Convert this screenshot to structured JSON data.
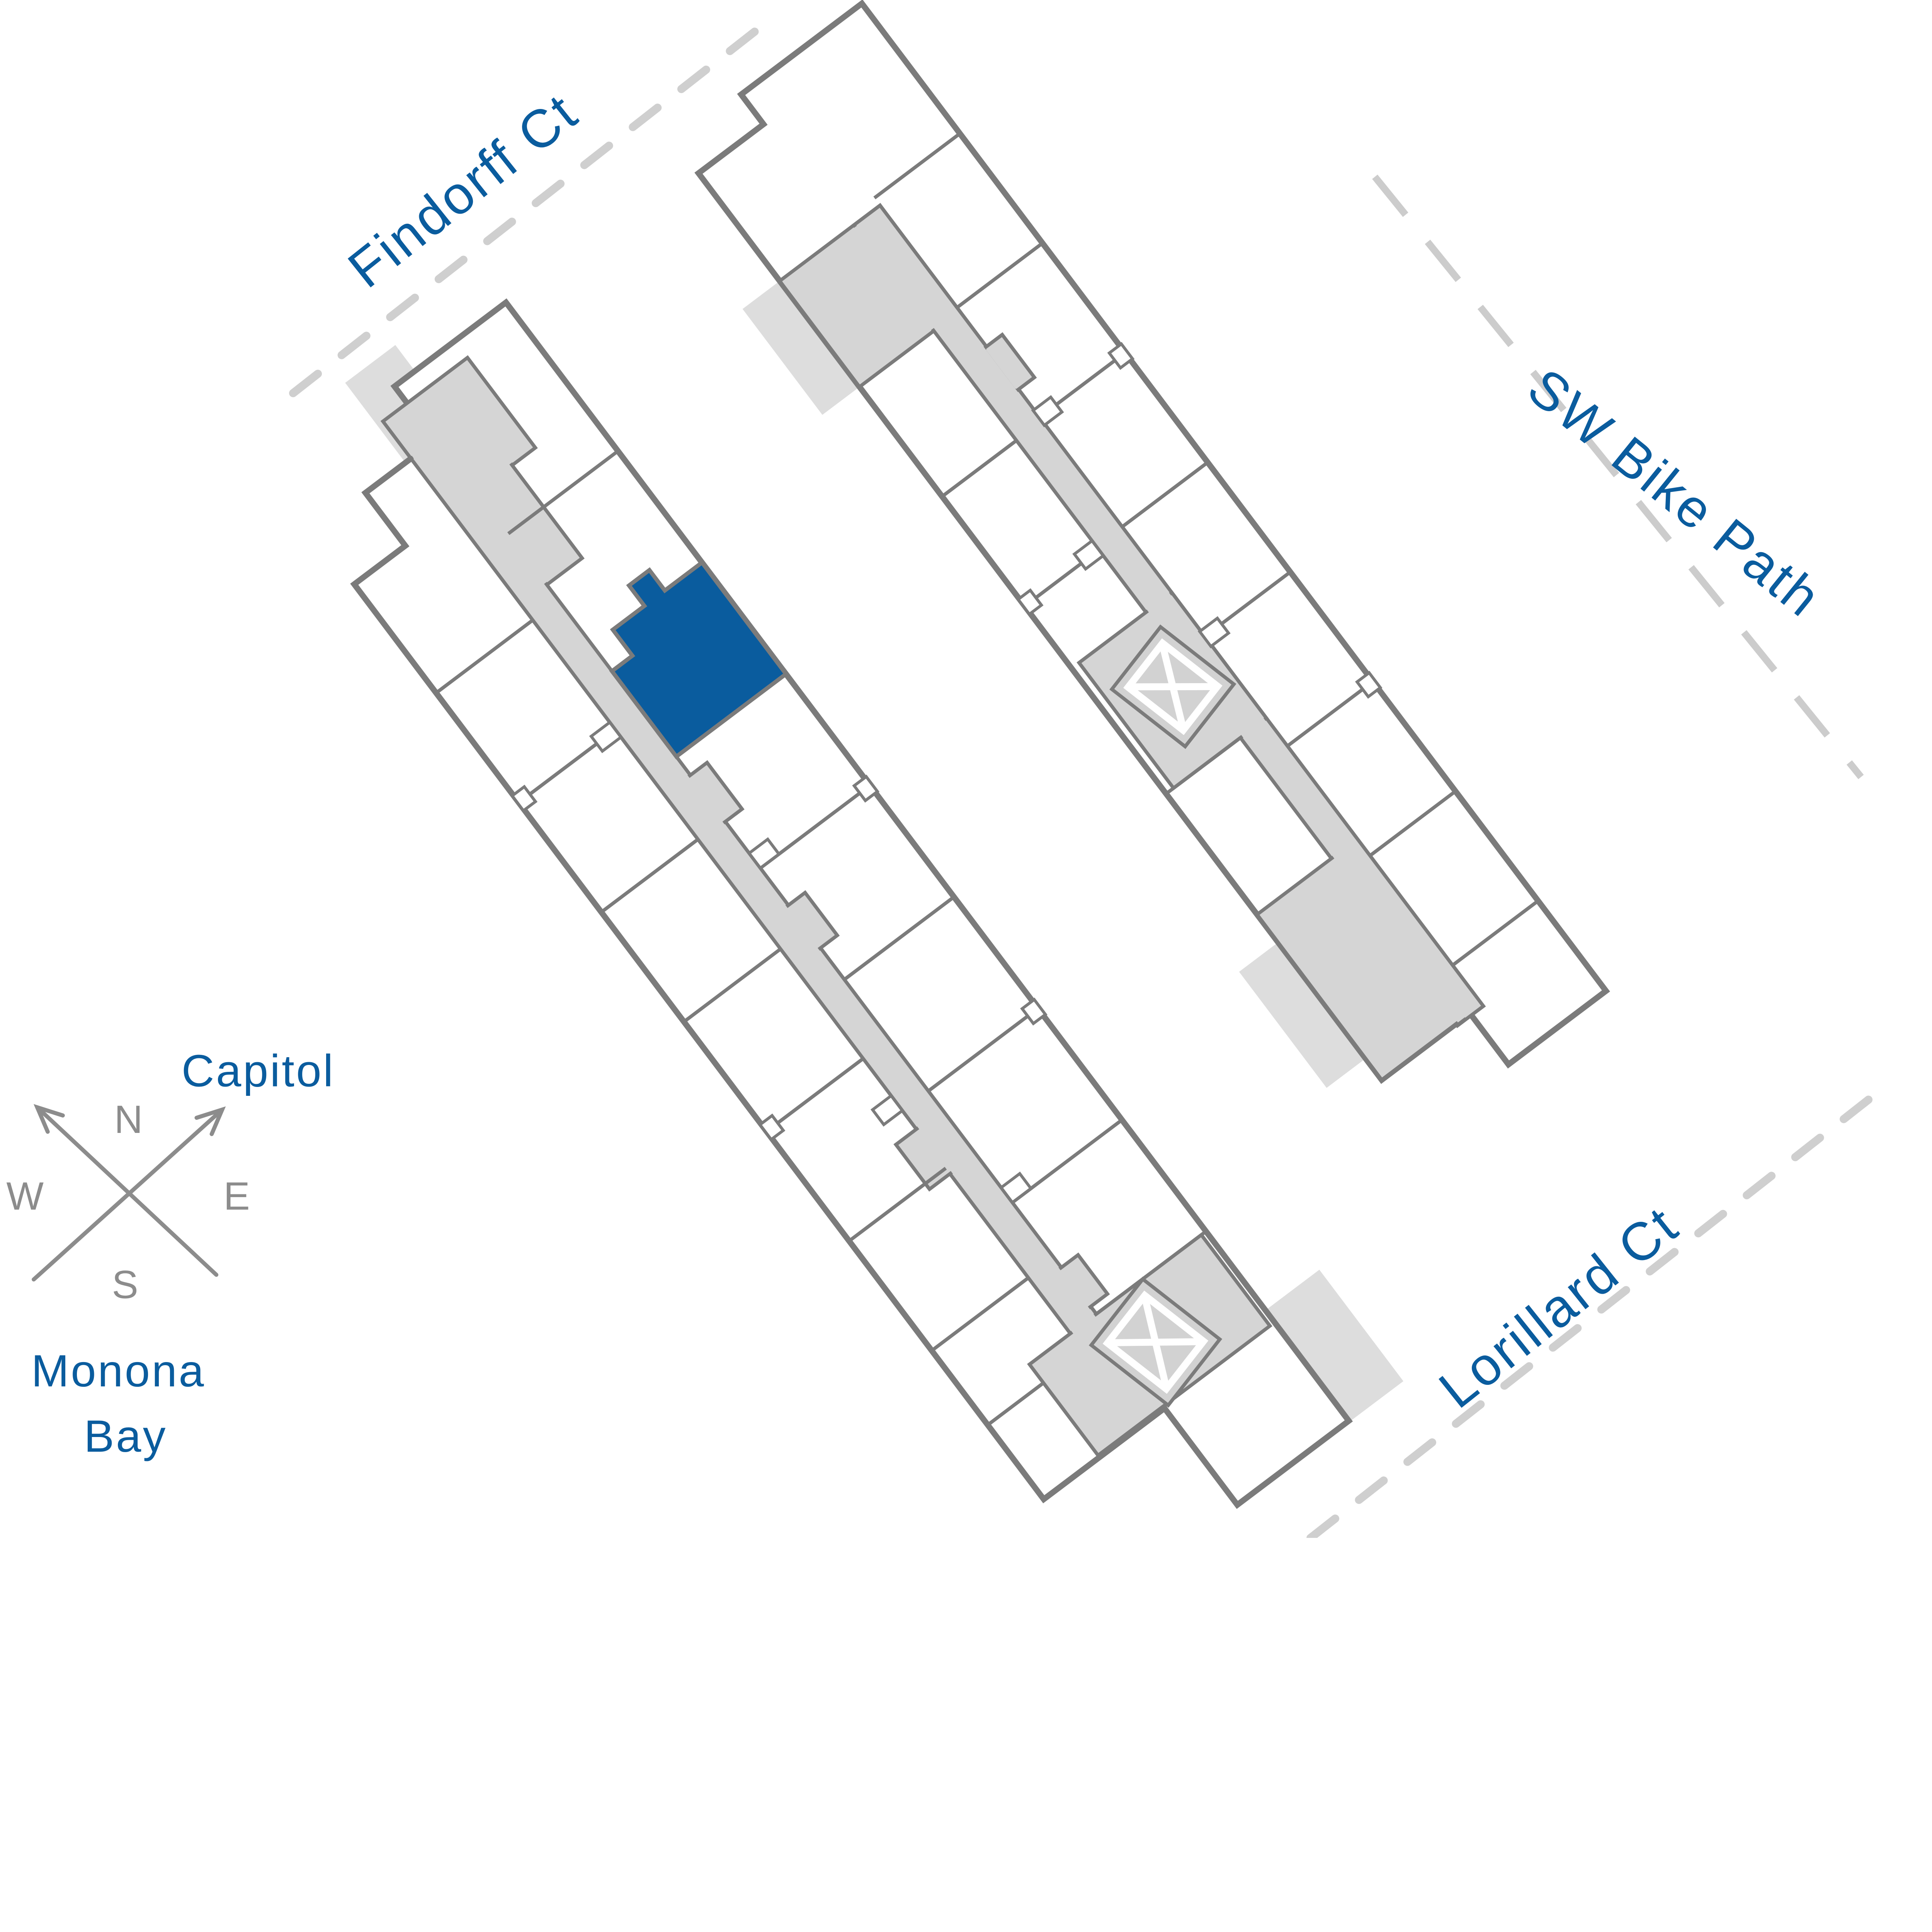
{
  "streets": {
    "findorff": {
      "label": "Findorff Ct"
    },
    "bike_path": {
      "label": "SW Bike Path"
    },
    "lorillard": {
      "label": "Lorillard Ct"
    }
  },
  "compass": {
    "north": "N",
    "east": "E",
    "south": "S",
    "west": "W"
  },
  "landmarks": {
    "capitol": {
      "label": "Capitol"
    },
    "monona_bay": {
      "label": "Monona Bay",
      "line1": "Monona",
      "line2": "Bay"
    }
  },
  "highlighted_unit": {
    "fill": "#0A5C9E"
  },
  "colors": {
    "accent_blue": "#0A5C9E",
    "building_outline": "#7B7B7B",
    "corridor_fill": "#D5D5D5",
    "walkway_fill": "#DDDDDD",
    "street_dash": "#CFCFCF",
    "compass_gray": "#8C8C8C",
    "background": "#FFFFFF"
  }
}
